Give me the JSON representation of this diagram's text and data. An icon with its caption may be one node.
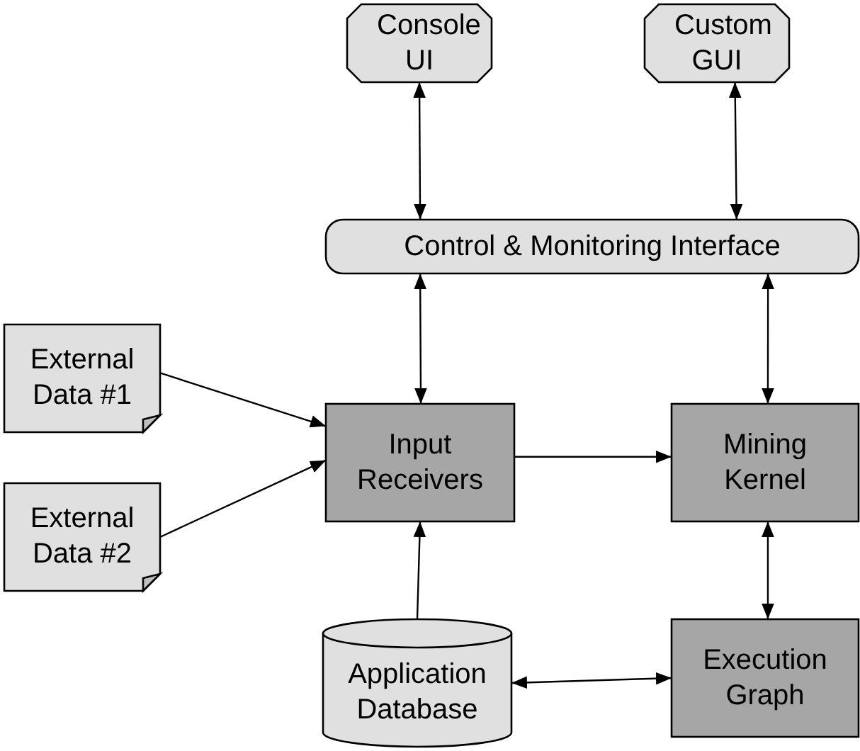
{
  "diagram": {
    "nodes": [
      {
        "text": [
          "Console UI"
        ]
      },
      {
        "text": [
          "Custom GUI"
        ]
      },
      {
        "text": [
          "Control & Monitoring Interface"
        ]
      },
      {
        "text": [
          "External Data #1"
        ]
      },
      {
        "text": [
          "Input Receivers"
        ]
      },
      {
        "text": [
          "Mining Kernel"
        ]
      },
      {
        "text": [
          "External Data #2"
        ]
      },
      {
        "text": [
          "Application Database"
        ]
      },
      {
        "text": [
          "Execution Graph"
        ]
      }
    ],
    "edges": [
      {
        "from": 0,
        "to": 2,
        "arrow": "both"
      },
      {
        "from": 1,
        "to": 2,
        "arrow": "both"
      },
      {
        "from": 2,
        "to": 4,
        "arrow": "both"
      },
      {
        "from": 2,
        "to": 5,
        "arrow": "both"
      },
      {
        "from": 3,
        "to": 4,
        "arrow": "to"
      },
      {
        "from": 6,
        "to": 4,
        "arrow": "to"
      },
      {
        "from": 4,
        "to": 5,
        "arrow": "to"
      },
      {
        "from": 7,
        "to": 4,
        "arrow": "to"
      },
      {
        "from": 5,
        "to": 8,
        "arrow": "both"
      },
      {
        "from": 7,
        "to": 8,
        "arrow": "both"
      }
    ]
  }
}
